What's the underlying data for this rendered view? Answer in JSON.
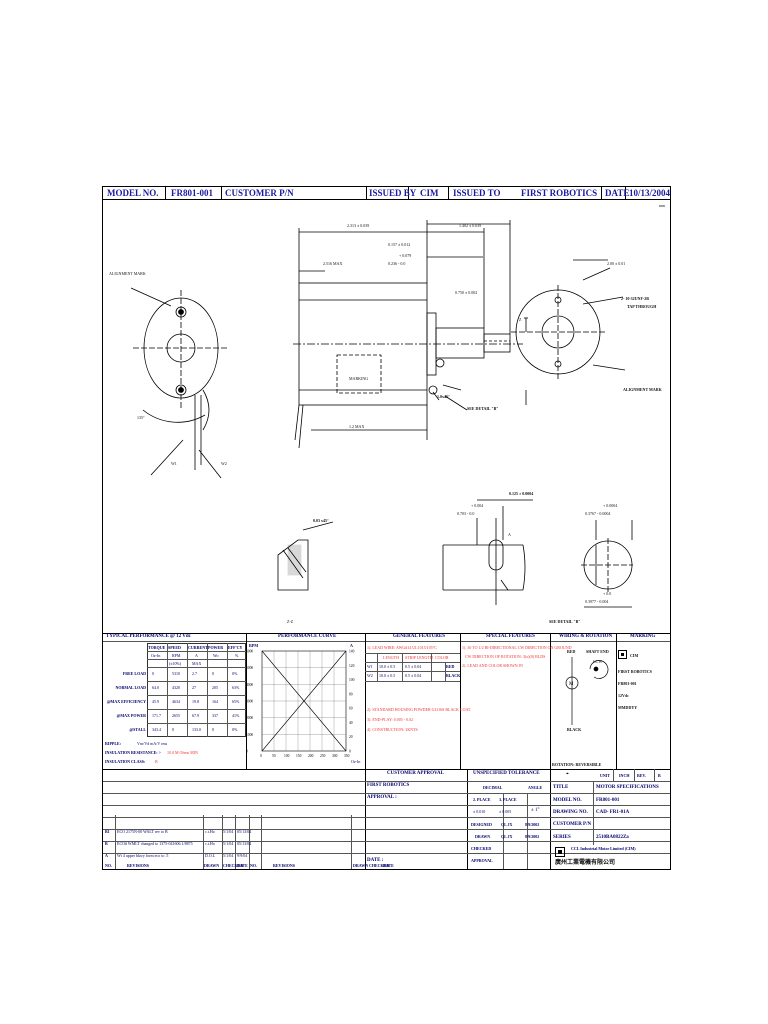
{
  "header": {
    "model_no_label": "MODEL NO.",
    "model_no_value": "FR801-001",
    "customer_pn_label": "CUSTOMER P/N",
    "issued_by_label": "ISSUED BY",
    "issued_by_value": "CIM",
    "issued_to_label": "ISSUED TO",
    "issued_to_value": "FIRST ROBOTICS",
    "date_label": "DATE",
    "date_value": "10/13/2004",
    "units_note": "mm"
  },
  "drawing": {
    "alignment_mark_left": "ALIGNMENT MARK",
    "alignment_mark_right": "ALIGNMENT MARK",
    "marking": "MARKING",
    "dim_top": "2.313  ±  0.039",
    "dim_top_right": "1.402  ±  0.039",
    "dim_shaft1": "0.157  ±  0.012",
    "dim_shaft1b": "+ 0.079",
    "dim_shaft2": "0.236  -  0.0",
    "dim_max_dia": "2.516  MAX",
    "dim_shaft_dia": "0.750  ±  0.002",
    "dim_right_dia": "2.00  ±  0.01",
    "dim_thread": "2-  10-32UNF-2B",
    "dim_thread2": "TAP THROUGH",
    "dim_chamfer": "1.0x45°",
    "dim_len": "1.2  MAX",
    "see_detail": "SEE DETAIL  \"B\"",
    "see_detail_b": "SEE DETAIL  \"B\"",
    "w1": "W1",
    "w2": "W2",
    "angle": "135°",
    "z_label": "Z",
    "zz_label": "Z-Z",
    "dim_keyway": "0.125  ±  0.0004",
    "dim_key_tol1": "+ 0.004",
    "dim_key_tol2": "0.703  -  0.0",
    "dim_d_tol1": "+  0.0004",
    "dim_d1": "0.3767  -  0.0004",
    "dim_d_tol2": "+  0.0",
    "dim_d2": "0.3977  -  0.004",
    "dim_zz": "0.03  x45°",
    "detail_a": "A",
    "detail_b": "B"
  },
  "typical_performance": {
    "title": "TYPICAL PERFORMANCE  @  12  Vdc",
    "columns": [
      "TORQUE",
      "SPEED",
      "CURRENT",
      "POWER",
      "EFF'CY"
    ],
    "units": [
      "Oz-In",
      "RPM",
      "A",
      "Wo",
      "%"
    ],
    "units2": [
      "",
      "(±10%)",
      "MAX",
      "",
      ""
    ],
    "rows": [
      {
        "label": "FREE LOAD",
        "values": [
          "0",
          "5310",
          "2.7",
          "0",
          "0%"
        ]
      },
      {
        "label": "NORMAL LOAD",
        "values": [
          "64.0",
          "4320",
          "27",
          "205",
          "63%"
        ]
      },
      {
        "label": "@MAX EFFICIENCY",
        "values": [
          "45.9",
          "4634",
          "19.8",
          "164",
          "65%"
        ]
      },
      {
        "label": "@MAX POWER",
        "values": [
          "171.7",
          "2655",
          "67.9",
          "337",
          "41%"
        ]
      },
      {
        "label": "@STALL",
        "values": [
          "343.4",
          "0",
          "133.0",
          "0",
          "0%"
        ]
      }
    ],
    "ripple_label": "RIPPLE:",
    "ripple_value": "Vnr/Vd mA/V rms",
    "insulation_res_label": "INSULATION RESISTANCE: >",
    "insulation_res_value": "10.0  M Ohms  MIN",
    "insulation_class_label": "INSULATION CLASS:",
    "insulation_class_value": "B"
  },
  "performance_curve": {
    "title": "PERFORMANCE CURVE",
    "y_label": "RPM",
    "y2_label": "A",
    "y_ticks": [
      "6000",
      "5000",
      "4000",
      "3000",
      "2000",
      "1000",
      "0"
    ],
    "y2_ticks": [
      "140",
      "120",
      "100",
      "80",
      "60",
      "40",
      "20",
      "0"
    ],
    "x_ticks": [
      "0",
      "50",
      "100",
      "150",
      "200",
      "250",
      "300",
      "350"
    ],
    "x_label": "Oz-In"
  },
  "general_features": {
    "title": "GENERAL FEATURES",
    "items": [
      "1). LEAD WIRE:  AWG#14    UL1015/105°C",
      "2). STANDARD HOUSING POWDER GLOSS BLACK COAT.",
      "3). END-PLAY:  0.005  -  0.02",
      "4). CONSTRUCTION: 2KNTS"
    ],
    "lead_headers": [
      "LENGTH",
      "STRIP LENGTH",
      "COLOR"
    ],
    "lead_rows": [
      [
        "W1",
        "10.0  ±  0.5",
        "0.5  ±  0.04",
        "RED"
      ],
      [
        "W2",
        "10.0  ±  0.5",
        "0.5  ±  0.04",
        "BLACK"
      ]
    ]
  },
  "special_features": {
    "title": "SPECIAL FEATURES",
    "items": [
      "1). 30 TO 1/2 BI-DIRECTIONAL CW DIRECTION ON GROUND",
      "CW DIRECTION OF ROTATION: 3(x)(0) BLDS",
      "2). LEAD AND COLOR SHOWN IN"
    ]
  },
  "wiring": {
    "title": "WIRING & ROTATION",
    "red": "RED",
    "shaft_end": "SHAFT END",
    "ccw": "CCW",
    "black": "BLACK",
    "rotation": "ROTATION:  REVERSIBLE",
    "motor": "M"
  },
  "marking": {
    "title": "MARKING",
    "lines": [
      "CIM",
      "FIRST ROBOTICS",
      "FR801-001",
      "12Vdc",
      "MMDDYY"
    ]
  },
  "bottom": {
    "customer_approval": "CUSTOMER APPROVAL",
    "first_robotics": "FIRST ROBOTICS",
    "approval": "APPROVAL :",
    "date": "DATE :",
    "unspecified_tolerance": "UNSPECIFIED TOLERANCE",
    "decimal": "DECIMAL",
    "angle": "ANGLE",
    "place2": "2. PLACE",
    "place3": "3. PLACE",
    "tol2": "± 0.010",
    "tol3": "± 0.005",
    "tol_angle": "± 1°",
    "designed": "DESIGNED",
    "drawn": "DRAWN",
    "checked": "CHECKED",
    "approval_row": "APPROVAL",
    "designer": "QL JX",
    "designed_date": "8/9/2002",
    "drawer": "QL JX",
    "drawn_date": "8/9/2002",
    "unit": "UNIT",
    "inch": "INCH",
    "rev": "REV.",
    "rev_value": "B",
    "title_label": "TITLE",
    "title_value": "MOTOR SPECIFICATIONS",
    "model_no_label": "MODEL NO.",
    "model_no_value": "FR801-001",
    "drawing_no_label": "DRAWING NO.",
    "drawing_no_value": "CAD- FR1-01A",
    "customer_pn_label": "CUSTOMER P/N",
    "series_label": "SERIES",
    "series_value": "2510BA0822Za",
    "company": "CCL Industrial Motor Limited  (CIM)",
    "company_cn": "廣州工業電機有限公司",
    "rev_rows": [
      {
        "rev": "B1",
        "desc": "ECO 2175N-00 WALT rev to B",
        "by": "c.t.Ho",
        "date": "5/1/04",
        "no": "05/13/04"
      },
      {
        "rev": "B",
        "desc": "ECO# WMLT changed to 1375-041606.1/8875",
        "by": "c.t.Ho",
        "date": "5/1/04",
        "no": "05/13/04"
      },
      {
        "rev": "A",
        "desc": "Wt 4 upper bkwy form eco to  .5",
        "by": "D.O.L",
        "date": "5/1/04",
        "no": "9/9/04"
      }
    ],
    "rev_headers": [
      "NO.",
      "REVISIONS",
      "DRAWN",
      "CHECKED",
      "DATE",
      "NO.",
      "REVISIONS",
      "DRAWN",
      "CHECKED",
      "DATE"
    ],
    "unit_symbol": "⌖"
  },
  "colors": {
    "ink": "#1a1aa0",
    "red": "#e33333",
    "line": "#000000"
  }
}
